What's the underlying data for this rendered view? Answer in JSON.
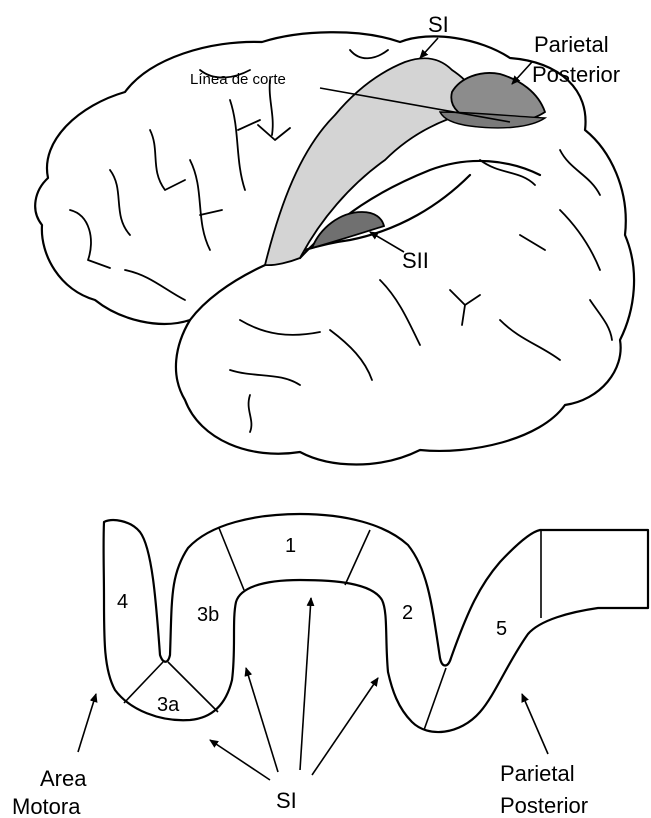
{
  "top_figure": {
    "labels": {
      "si": "SI",
      "parietal_line1": "Parietal",
      "parietal_line2": "Posterior",
      "cut_line": "Línea de corte",
      "sii": "SII"
    },
    "colors": {
      "si_region": "#d4d4d4",
      "parietal_region": "#8c8c8c",
      "sii_region": "#707070",
      "outline": "#000000"
    }
  },
  "bottom_figure": {
    "areas": {
      "a4": "4",
      "a3a": "3a",
      "a3b": "3b",
      "a1": "1",
      "a2": "2",
      "a5": "5"
    },
    "labels": {
      "area_line1": "Area",
      "area_line2": "Motora",
      "si": "SI",
      "parietal_line1": "Parietal",
      "parietal_line2": "Posterior"
    }
  }
}
